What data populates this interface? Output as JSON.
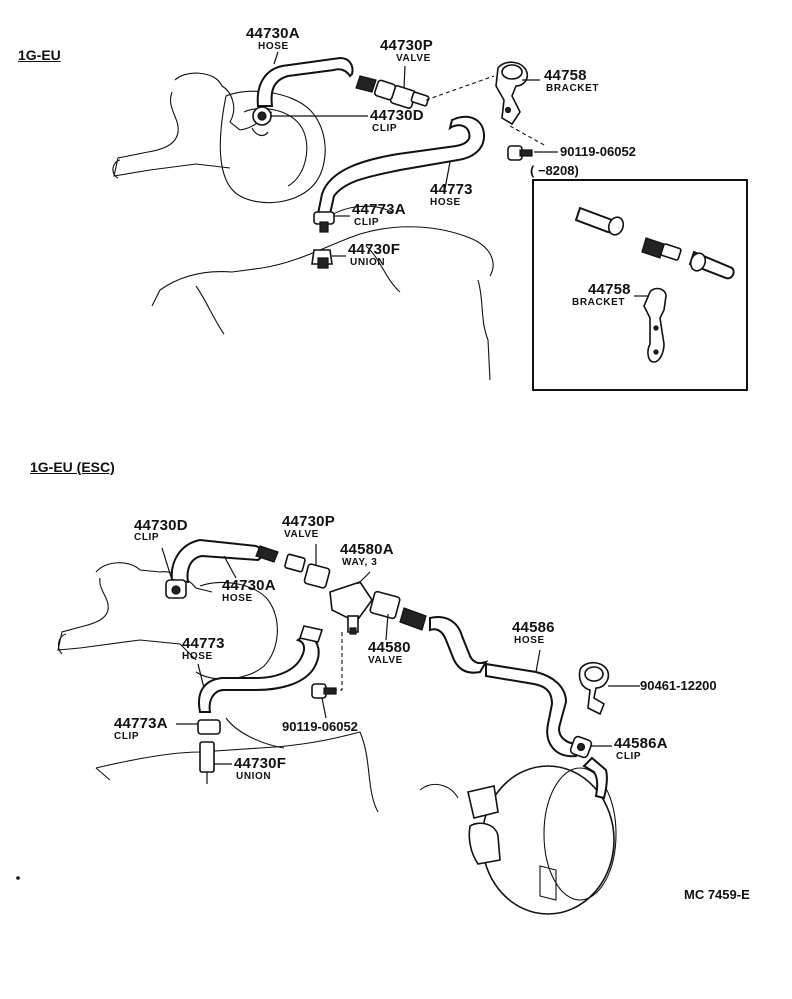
{
  "sections": [
    {
      "title": "1G-EU",
      "labels": [
        {
          "part_no": "44730A",
          "name": "HOSE"
        },
        {
          "part_no": "44730P",
          "name": "VALVE"
        },
        {
          "part_no": "44758",
          "name": "BRACKET"
        },
        {
          "part_no": "44730D",
          "name": "CLIP"
        },
        {
          "part_no": "90119-06052",
          "name": ""
        },
        {
          "part_no": "44773",
          "name": "HOSE"
        },
        {
          "part_no": "44773A",
          "name": "CLIP"
        },
        {
          "part_no": "44730F",
          "name": "UNION"
        }
      ],
      "inset": {
        "range": "(     −8208)",
        "labels": [
          {
            "part_no": "44758",
            "name": "BRACKET"
          }
        ]
      }
    },
    {
      "title": "1G-EU (ESC)",
      "labels": [
        {
          "part_no": "44730D",
          "name": "CLIP"
        },
        {
          "part_no": "44730P",
          "name": "VALVE"
        },
        {
          "part_no": "44580A",
          "name": "WAY, 3"
        },
        {
          "part_no": "44730A",
          "name": "HOSE"
        },
        {
          "part_no": "44773",
          "name": "HOSE"
        },
        {
          "part_no": "44580",
          "name": "VALVE"
        },
        {
          "part_no": "44586",
          "name": "HOSE"
        },
        {
          "part_no": "90461-12200",
          "name": ""
        },
        {
          "part_no": "44586A",
          "name": "CLIP"
        },
        {
          "part_no": "90119-06052",
          "name": ""
        },
        {
          "part_no": "44773A",
          "name": "CLIP"
        },
        {
          "part_no": "44730F",
          "name": "UNION"
        }
      ]
    }
  ],
  "diagram_code": "MC 7459-E"
}
